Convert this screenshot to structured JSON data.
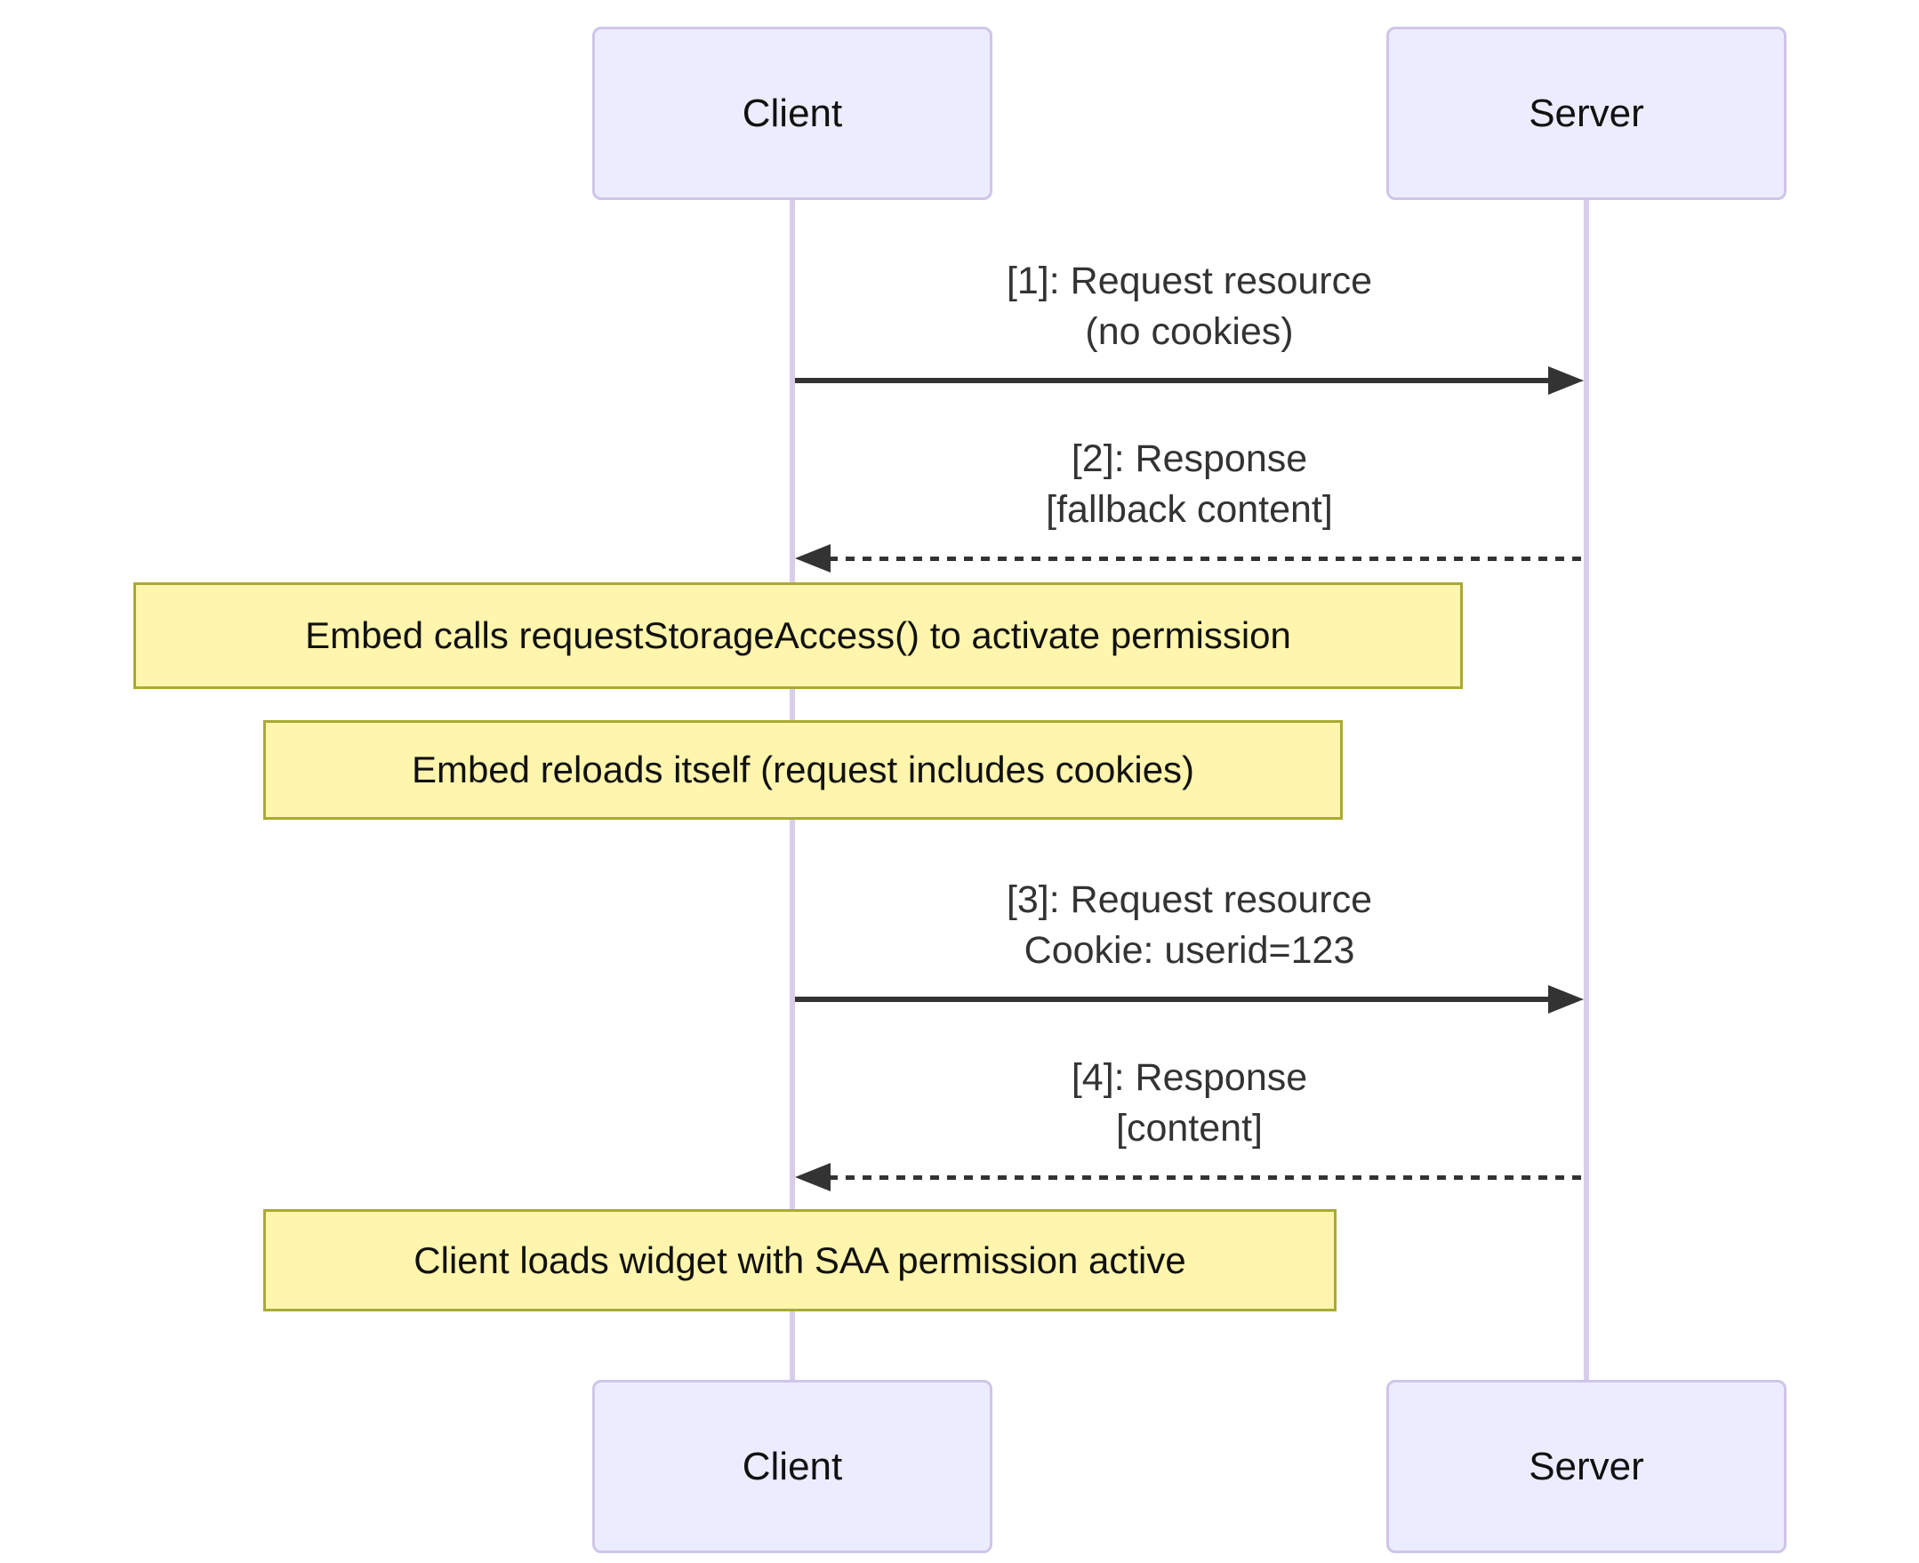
{
  "diagram": {
    "type": "sequence",
    "actors": [
      {
        "id": "client",
        "label": "Client"
      },
      {
        "id": "server",
        "label": "Server"
      }
    ],
    "messages": [
      {
        "seq": 1,
        "from": "client",
        "to": "server",
        "style": "solid",
        "line1": "[1]: Request resource",
        "line2": "(no cookies)"
      },
      {
        "seq": 2,
        "from": "server",
        "to": "client",
        "style": "dashed",
        "line1": "[2]: Response",
        "line2": "[fallback content]"
      },
      {
        "seq": 3,
        "from": "client",
        "to": "server",
        "style": "solid",
        "line1": "[3]: Request resource",
        "line2": "Cookie: userid=123"
      },
      {
        "seq": 4,
        "from": "server",
        "to": "client",
        "style": "dashed",
        "line1": "[4]: Response",
        "line2": "[content]"
      }
    ],
    "notes": [
      {
        "over": "client",
        "text": "Embed calls requestStorageAccess() to activate permission"
      },
      {
        "over": "client",
        "text": "Embed reloads itself (request includes cookies)"
      },
      {
        "over": "client",
        "text": "Client loads widget with SAA permission active"
      }
    ],
    "colors": {
      "background": "#ffffff",
      "actor_fill": "#ececff",
      "actor_border": "#cfc5e8",
      "lifeline": "#d8ceec",
      "note_fill": "#fff5ad",
      "note_border": "#aaaa33",
      "arrow": "#333333",
      "message_text": "#333333"
    }
  }
}
